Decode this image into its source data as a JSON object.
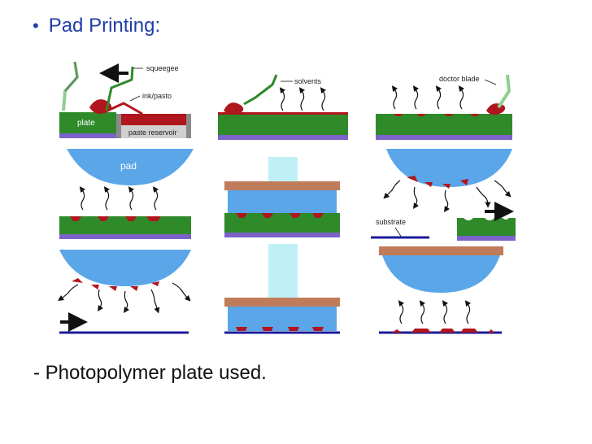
{
  "slide": {
    "bullet_title": "Pad Printing:",
    "footnote": "- Photopolymer plate used."
  },
  "figure": {
    "labels": {
      "squeegee": "squeegee",
      "ink_paste": "ink/pasto",
      "plate": "plate",
      "paste_reservoir": "paste reservoir",
      "solvents": "solvents",
      "doctor_blade": "doctor blade",
      "pad": "pad",
      "substrate": "substrate"
    },
    "colors": {
      "plate_green": "#2f8a2a",
      "plate_base": "#7b63c9",
      "ink": "#b0161e",
      "pad_blue": "#5aa6e8",
      "pad_holder": "#c07c5a",
      "substrate_line": "#1b1b9a",
      "title_blue": "#1f3ea8"
    },
    "icons": [
      "arrow-left-icon",
      "arrow-right-icon",
      "wavy-arrow-icon"
    ]
  }
}
